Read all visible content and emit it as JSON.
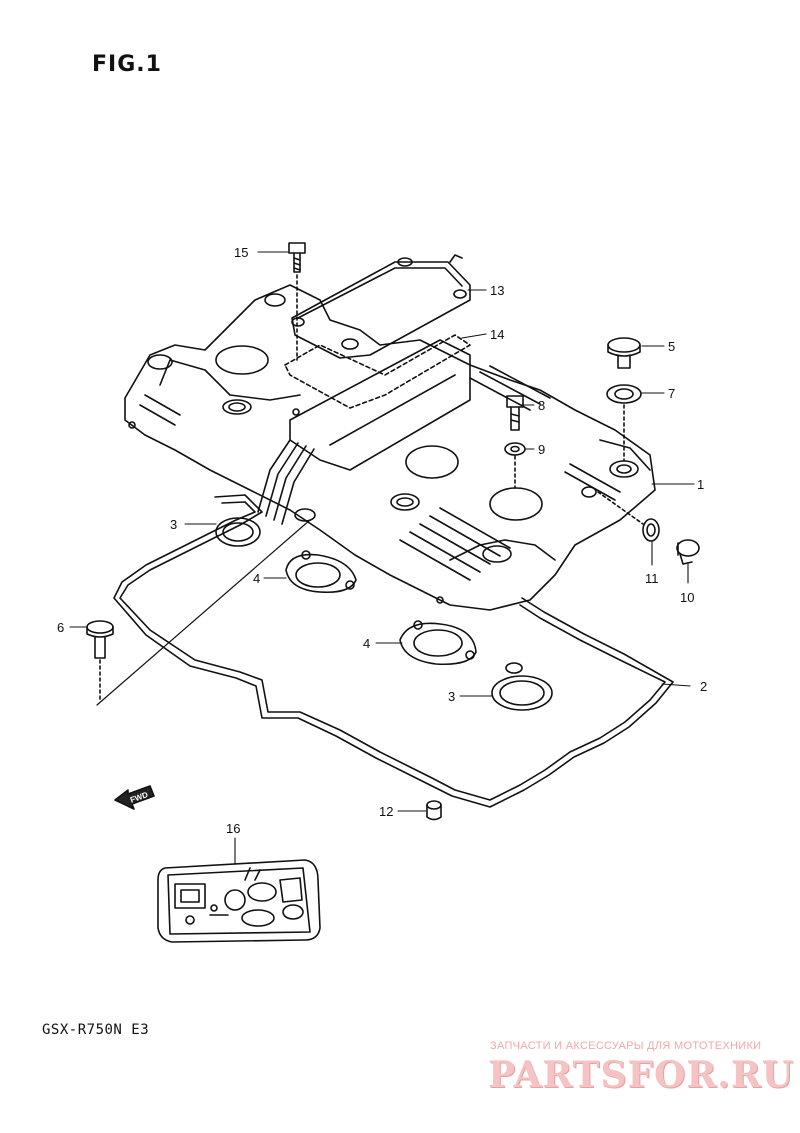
{
  "figure": {
    "title": "FIG.1"
  },
  "model": "GSX-R750N E3",
  "watermark": {
    "caption": "ЗАПЧАСТИ И АКСЕССУАРЫ ДЛЯ МОТОТЕХНИКИ",
    "brand": "PARTSFOR.RU",
    "color": "#f4c4c4"
  },
  "fwd_label": "FWD",
  "callouts": [
    "1",
    "2",
    "3",
    "3",
    "4",
    "4",
    "5",
    "6",
    "7",
    "8",
    "9",
    "10",
    "11",
    "12",
    "13",
    "14",
    "15",
    "16"
  ]
}
